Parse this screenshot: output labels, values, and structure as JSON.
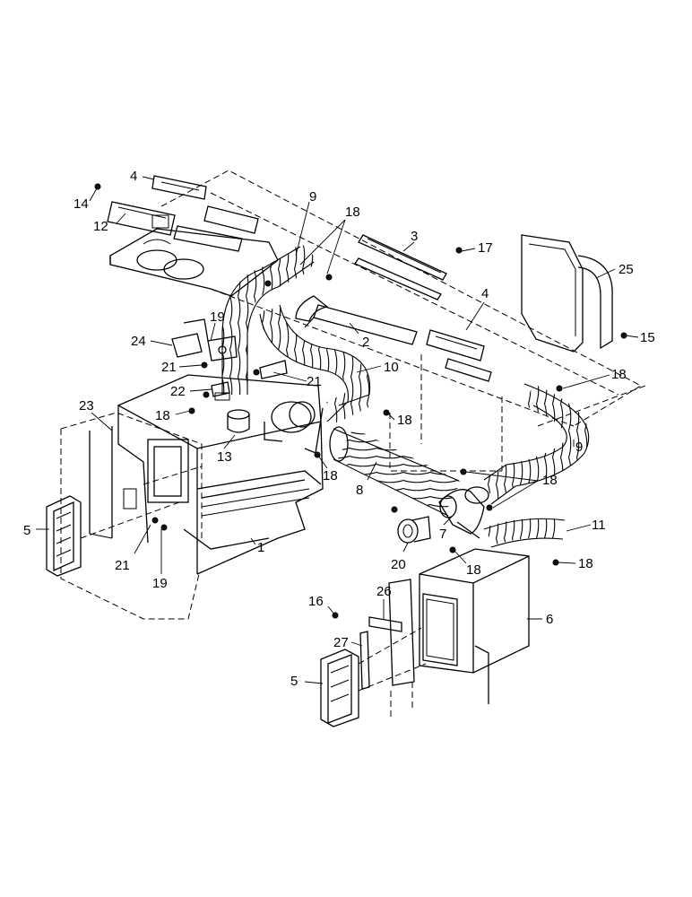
{
  "callouts": {
    "c1": "1",
    "c2": "2",
    "c3": "3",
    "c4a": "4",
    "c4b": "4",
    "c5a": "5",
    "c5b": "5",
    "c6": "6",
    "c7": "7",
    "c8": "8",
    "c9a": "9",
    "c9b": "9",
    "c10": "10",
    "c11": "11",
    "c12": "12",
    "c13": "13",
    "c14": "14",
    "c15": "15",
    "c16": "16",
    "c17": "17",
    "c18a": "18",
    "c18b": "18",
    "c18c": "18",
    "c18d": "18",
    "c18e": "18",
    "c18f": "18",
    "c18g": "18",
    "c18h": "18",
    "c19a": "19",
    "c19b": "19",
    "c20": "20",
    "c21a": "21",
    "c21b": "21",
    "c21c": "21",
    "c22": "22",
    "c23": "23",
    "c24": "24",
    "c25": "25",
    "c26": "26",
    "c27": "27"
  }
}
